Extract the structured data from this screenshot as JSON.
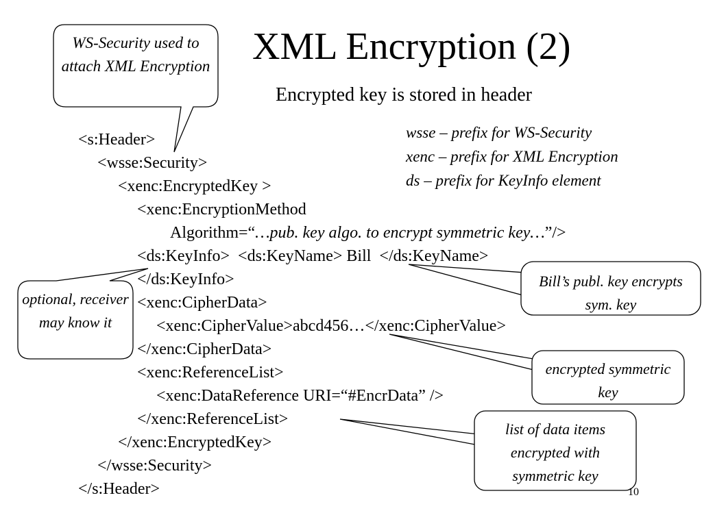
{
  "slide": {
    "title": "XML Encryption (2)",
    "subtitle": "Encrypted key is stored in header",
    "page_number": "10"
  },
  "prefix_legend": [
    "wsse – prefix for WS-Security",
    "xenc – prefix for XML Encryption",
    "ds – prefix for KeyInfo element"
  ],
  "code": {
    "line1": "<s:Header>",
    "line2": "<wsse:Security>",
    "line3": "<xenc:EncryptedKey >",
    "line4": "<xenc:EncryptionMethod",
    "line5_prefix": "Algorithm=“",
    "line5_italic": "…pub. key algo. to encrypt symmetric key…",
    "line5_suffix": "”/>",
    "line6": "<ds:KeyInfo>  <ds:KeyName> Bill  </ds:KeyName>",
    "line7": "</ds:KeyInfo>",
    "line8": "<xenc:CipherData>",
    "line9": "<xenc:CipherValue>abcd456…</xenc:CipherValue>",
    "line10": "</xenc:CipherData>",
    "line11": "<xenc:ReferenceList>",
    "line12": "<xenc:DataReference URI=“#EncrData” />",
    "line13": "</xenc:ReferenceList>",
    "line14": "</xenc:EncryptedKey>",
    "line15": "</wsse:Security>",
    "line16": "</s:Header>"
  },
  "callouts": {
    "ws_security": "WS-Security used to attach XML Encryption",
    "optional": "optional, receiver may know it",
    "bill_key": "Bill’s publ. key encrypts sym. key",
    "encrypted_key": "encrypted symmetric  key",
    "data_items": "list of data items encrypted with symmetric key"
  }
}
